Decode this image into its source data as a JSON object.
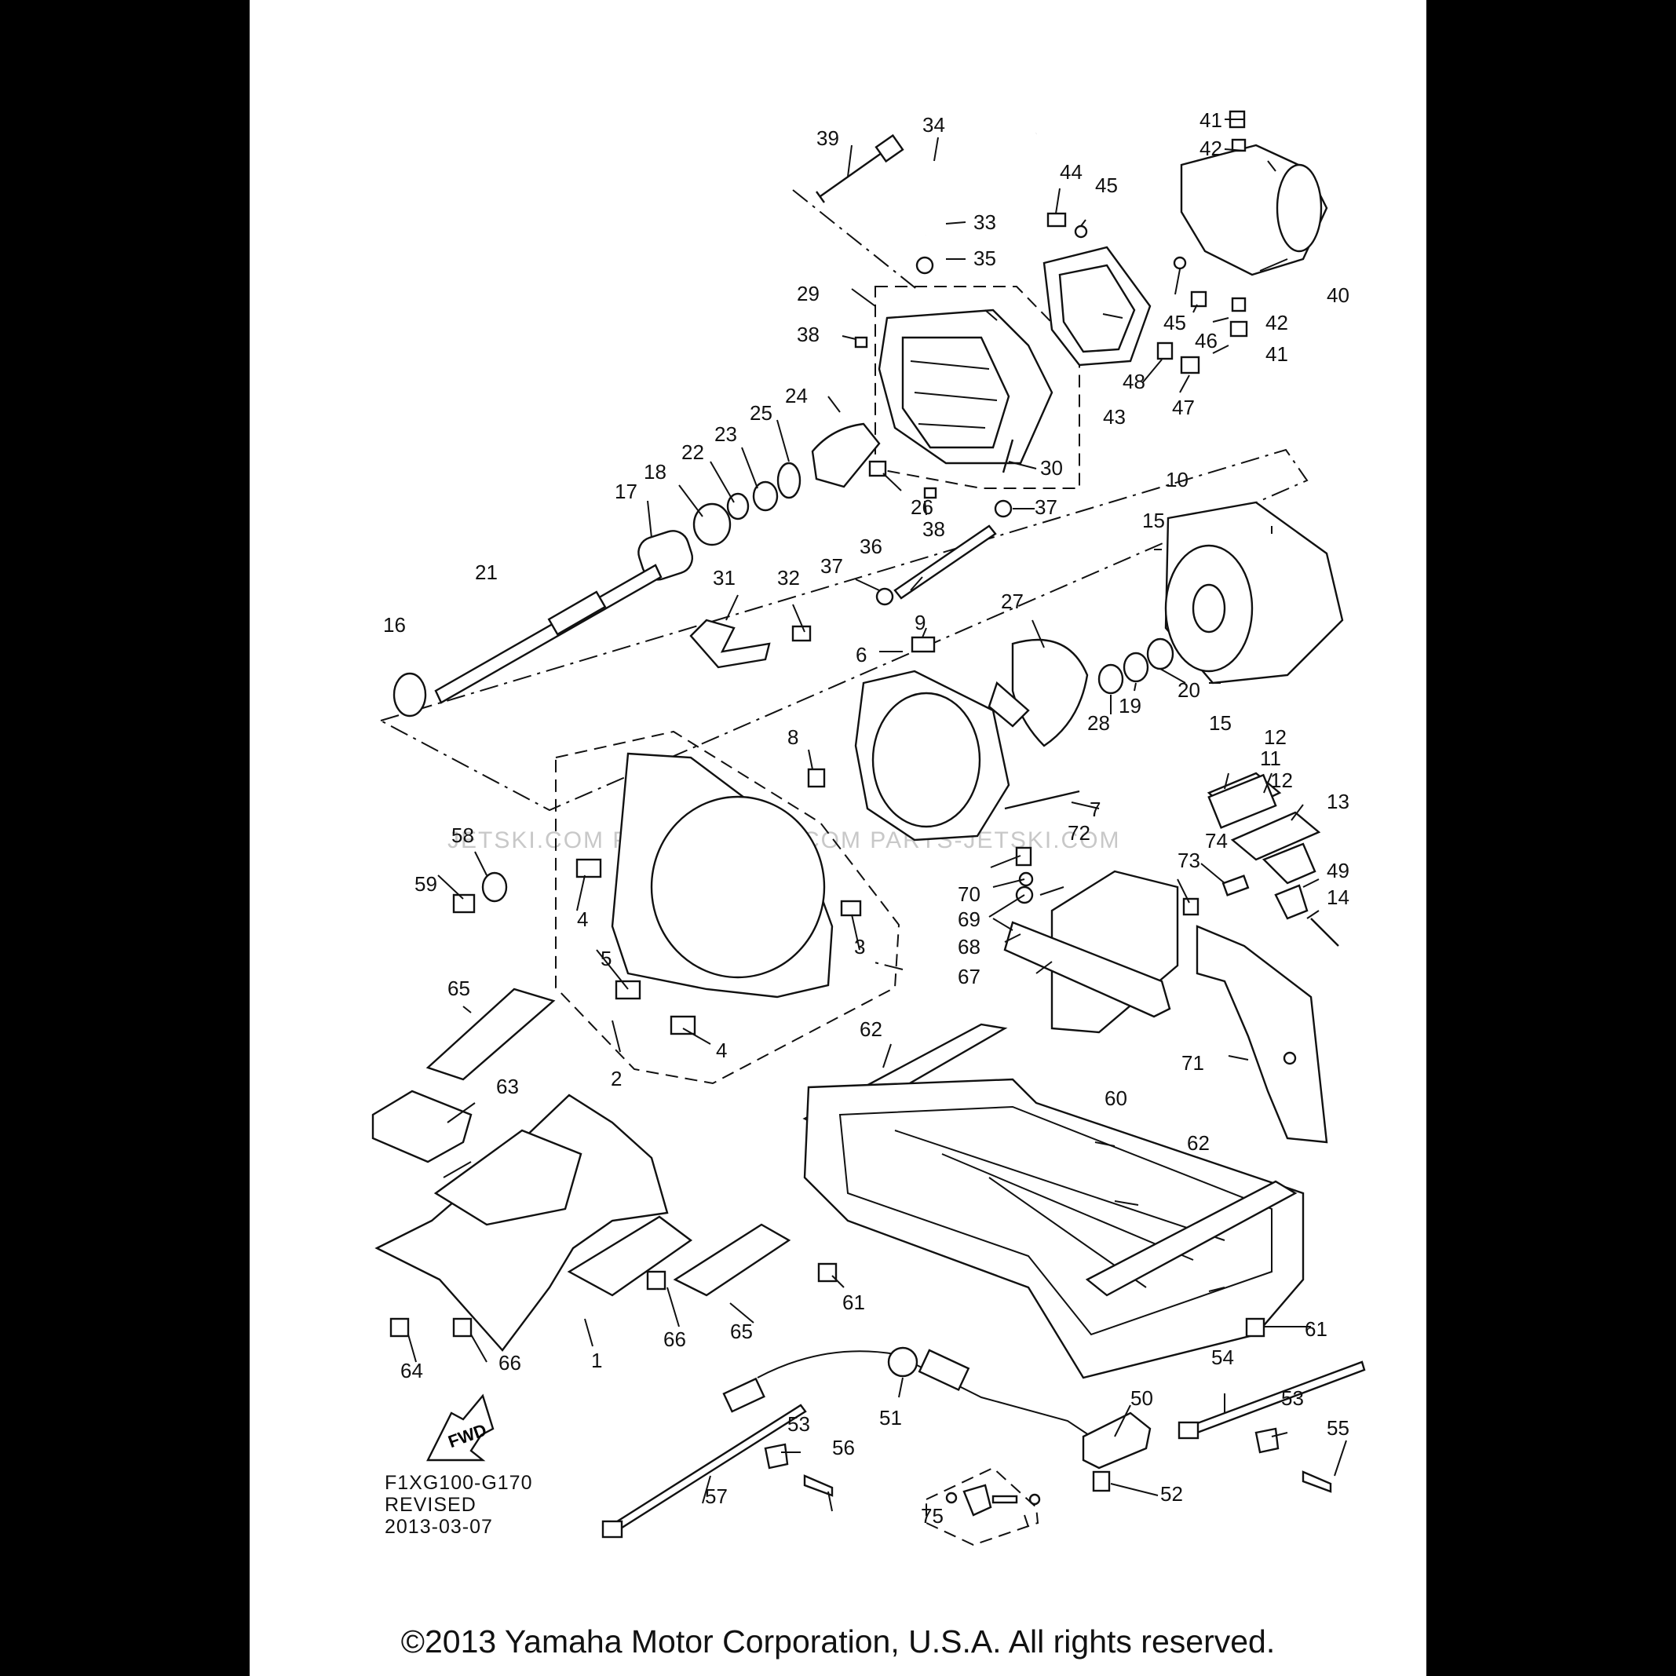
{
  "diagram": {
    "callouts": {
      "c1": "1",
      "c2": "2",
      "c3": "3",
      "c4a": "4",
      "c4b": "4",
      "c5": "5",
      "c6": "6",
      "c7": "7",
      "c8": "8",
      "c9": "9",
      "c10": "10",
      "c11": "11",
      "c12a": "12",
      "c12b": "12",
      "c13": "13",
      "c14": "14",
      "c15a": "15",
      "c15b": "15",
      "c16": "16",
      "c17": "17",
      "c18": "18",
      "c19": "19",
      "c20": "20",
      "c21": "21",
      "c22": "22",
      "c23": "23",
      "c24": "24",
      "c25": "25",
      "c26": "26",
      "c27": "27",
      "c28": "28",
      "c29": "29",
      "c30": "30",
      "c31": "31",
      "c32": "32",
      "c33": "33",
      "c34": "34",
      "c35": "35",
      "c36": "36",
      "c37a": "37",
      "c37b": "37",
      "c38a": "38",
      "c38b": "38",
      "c39": "39",
      "c40": "40",
      "c41a": "41",
      "c41b": "41",
      "c42a": "42",
      "c42b": "42",
      "c43": "43",
      "c44": "44",
      "c45a": "45",
      "c45b": "45",
      "c46": "46",
      "c47": "47",
      "c48": "48",
      "c49": "49",
      "c50": "50",
      "c51": "51",
      "c52": "52",
      "c53a": "53",
      "c53b": "53",
      "c54": "54",
      "c55": "55",
      "c56": "56",
      "c57": "57",
      "c58": "58",
      "c59": "59",
      "c60": "60",
      "c61a": "61",
      "c61b": "61",
      "c62a": "62",
      "c62b": "62",
      "c63": "63",
      "c64": "64",
      "c65a": "65",
      "c65b": "65",
      "c66a": "66",
      "c66b": "66",
      "c67": "67",
      "c68": "68",
      "c69": "69",
      "c70": "70",
      "c71": "71",
      "c72": "72",
      "c73": "73",
      "c74": "74",
      "c75": "75"
    },
    "fwd_label": "FWD",
    "watermark": "JETSKI.COM   PARTS.JETSKI.COM   PARTS-JETSKI.COM"
  },
  "revision": {
    "code": "F1XG100-G170",
    "status": "REVISED",
    "date": "2013-03-07"
  },
  "copyright": "©2013 Yamaha Motor Corporation, U.S.A. All rights reserved."
}
